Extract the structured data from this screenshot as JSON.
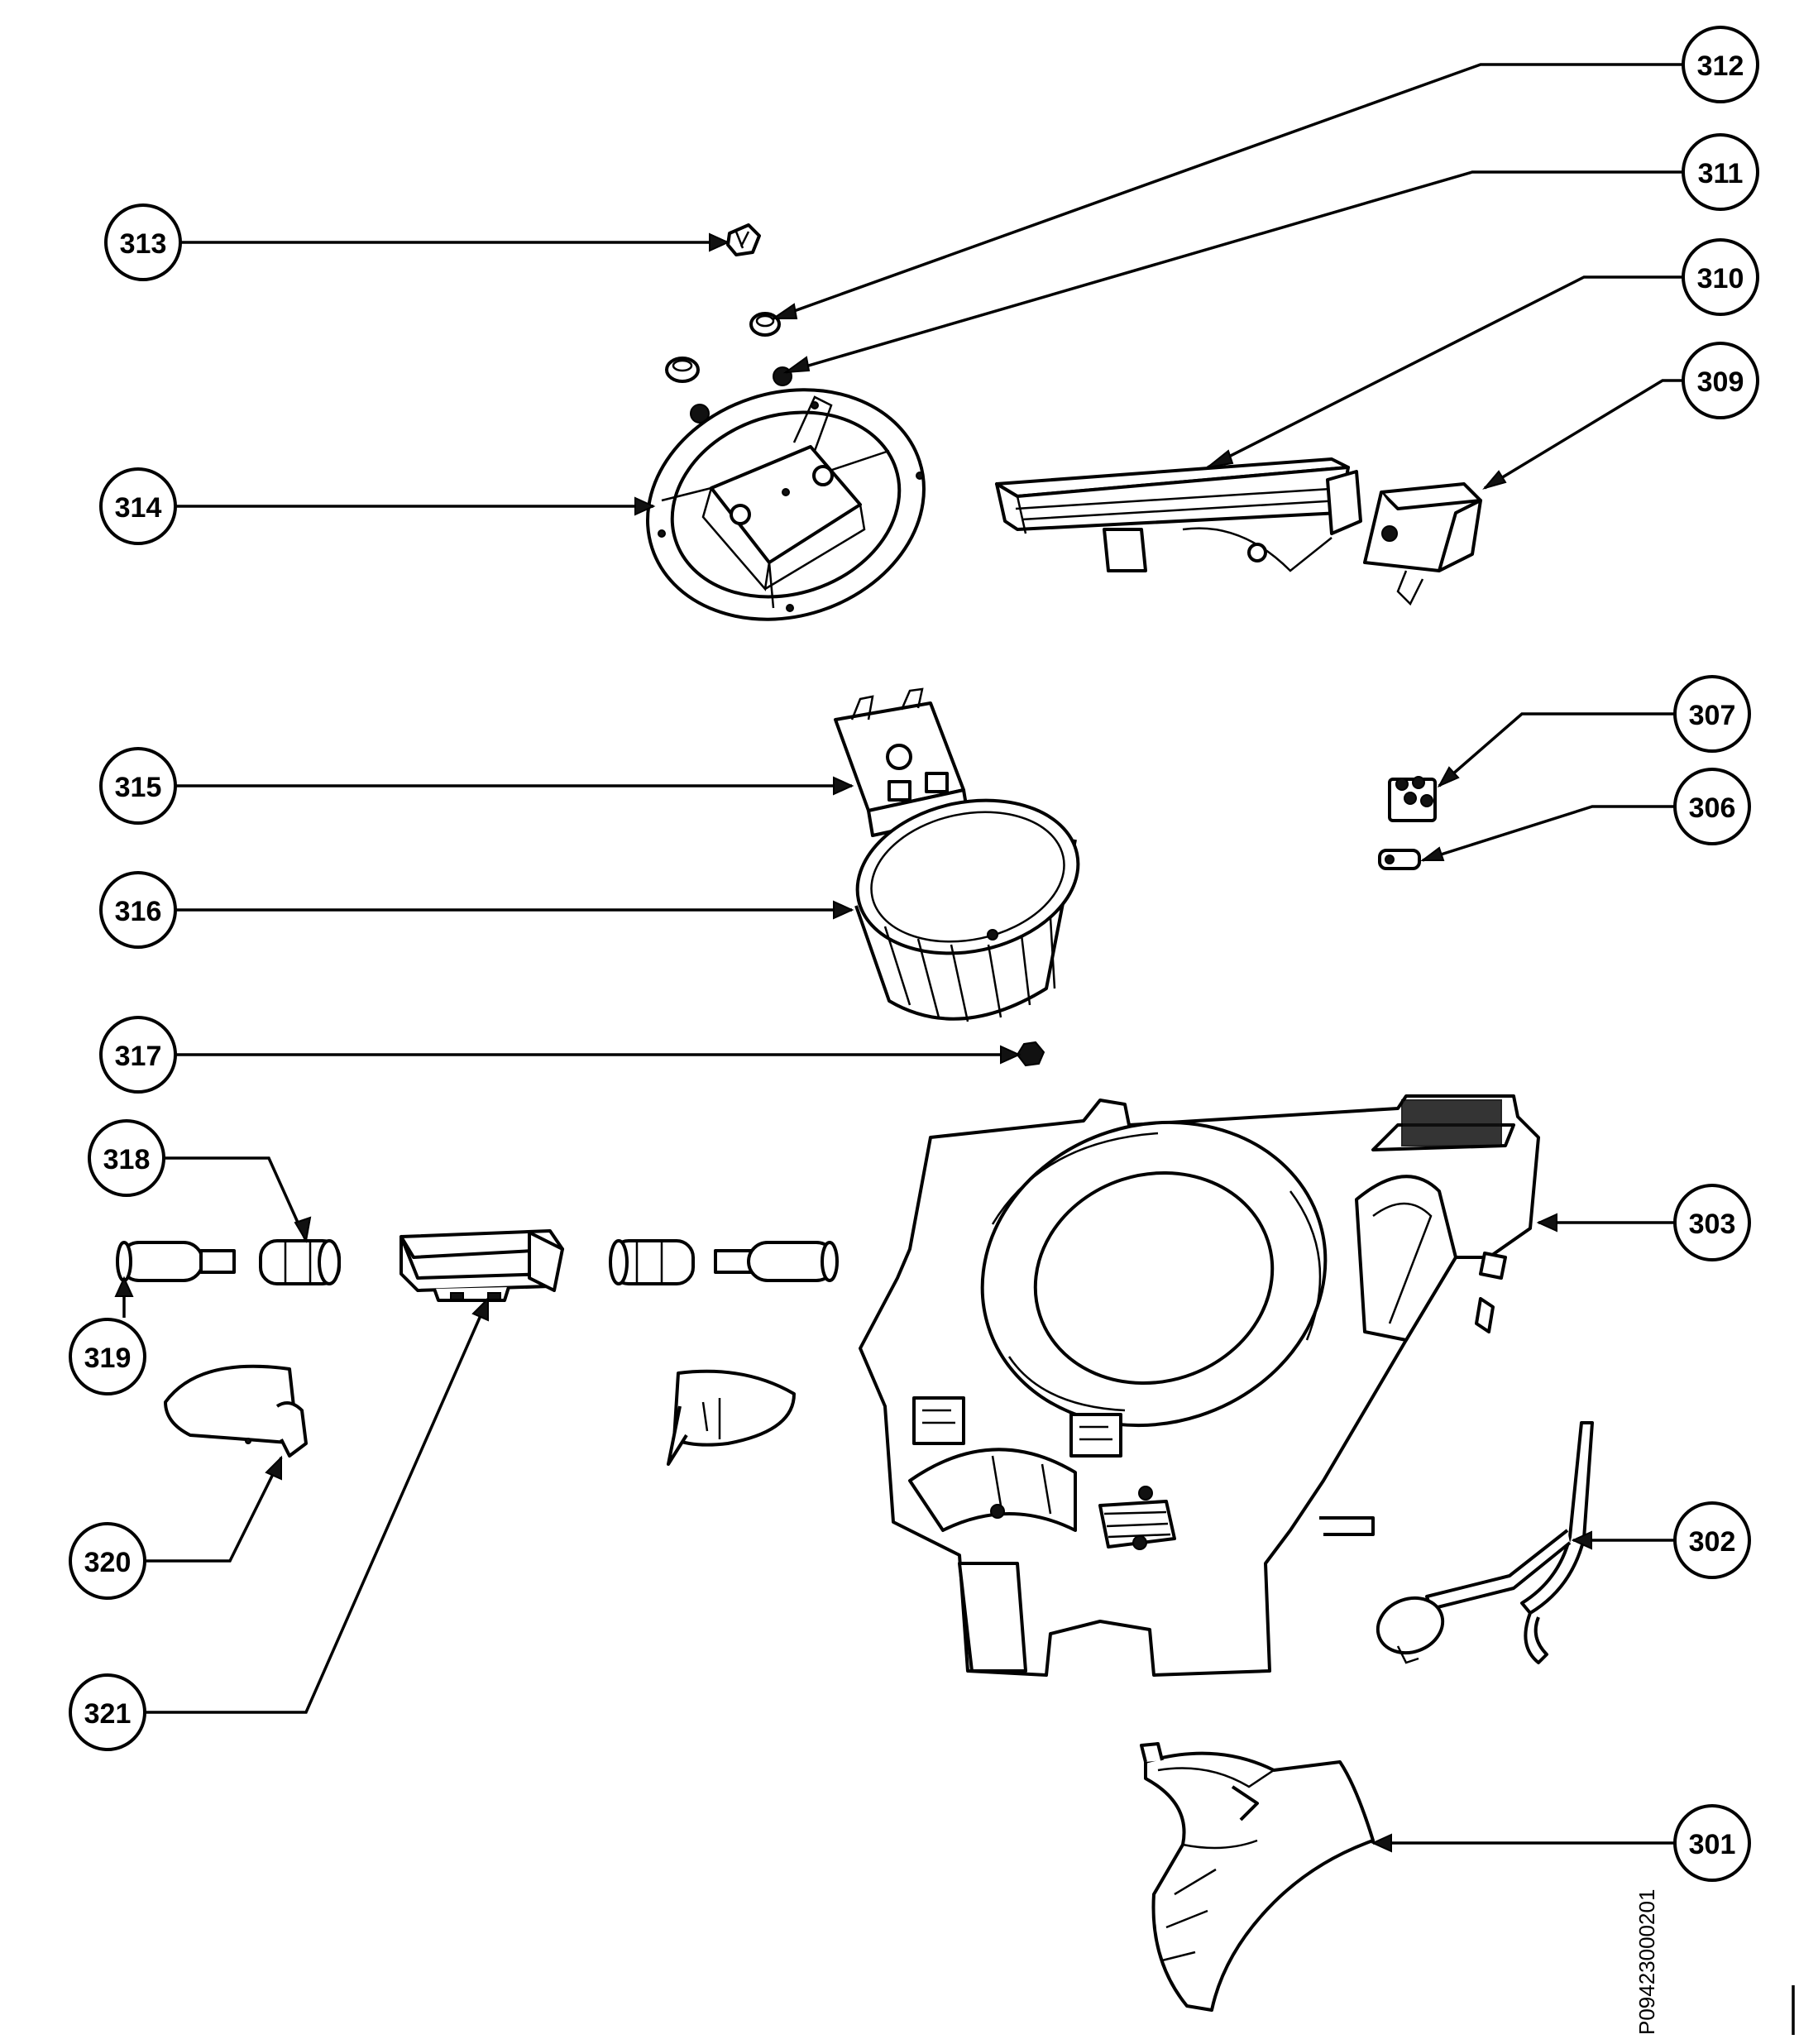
{
  "diagram": {
    "document_code": "P09423000201",
    "callouts": [
      {
        "label": "312"
      },
      {
        "label": "311"
      },
      {
        "label": "310"
      },
      {
        "label": "309"
      },
      {
        "label": "313"
      },
      {
        "label": "314"
      },
      {
        "label": "307"
      },
      {
        "label": "306"
      },
      {
        "label": "315"
      },
      {
        "label": "316"
      },
      {
        "label": "317"
      },
      {
        "label": "318"
      },
      {
        "label": "303"
      },
      {
        "label": "319"
      },
      {
        "label": "302"
      },
      {
        "label": "320"
      },
      {
        "label": "321"
      },
      {
        "label": "301"
      }
    ]
  }
}
